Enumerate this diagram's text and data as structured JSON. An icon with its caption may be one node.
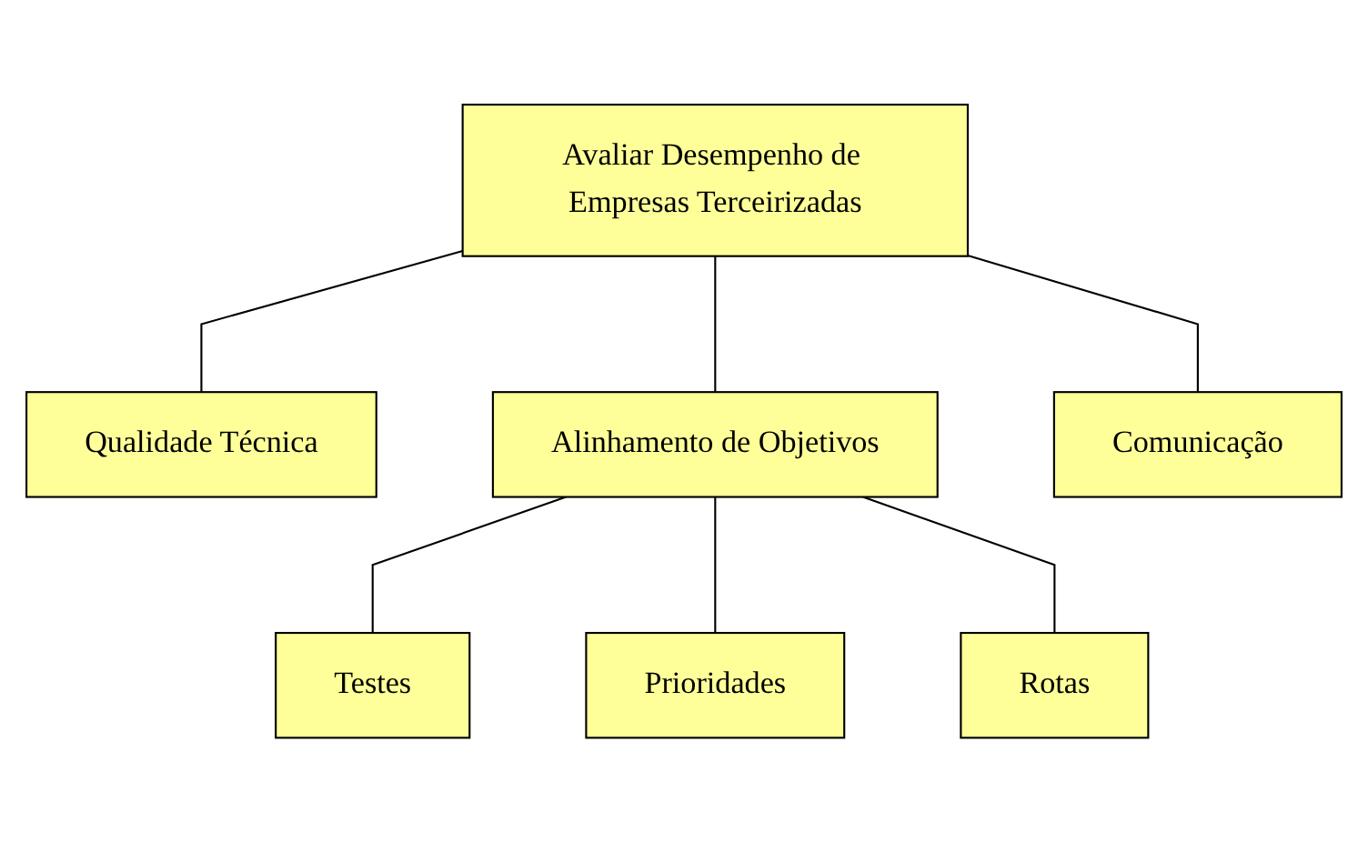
{
  "diagram": {
    "nodes": [
      {
        "text": [
          "Avaliar Desempenho de Empresas Terceirizadas"
        ]
      },
      {
        "text": [
          "Qualidade Técnica"
        ]
      },
      {
        "text": [
          "Alinhamento de Objetivos"
        ]
      },
      {
        "text": [
          "Comunicação"
        ]
      },
      {
        "text": [
          "Testes"
        ]
      },
      {
        "text": [
          "Prioridades"
        ]
      },
      {
        "text": [
          "Rotas"
        ]
      }
    ],
    "edges": [
      {
        "from": 0,
        "to": 1,
        "arrow": "none"
      },
      {
        "from": 0,
        "to": 2,
        "arrow": "none"
      },
      {
        "from": 0,
        "to": 3,
        "arrow": "none"
      },
      {
        "from": 2,
        "to": 4,
        "arrow": "none"
      },
      {
        "from": 2,
        "to": 5,
        "arrow": "none"
      },
      {
        "from": 2,
        "to": 6,
        "arrow": "none"
      }
    ]
  }
}
